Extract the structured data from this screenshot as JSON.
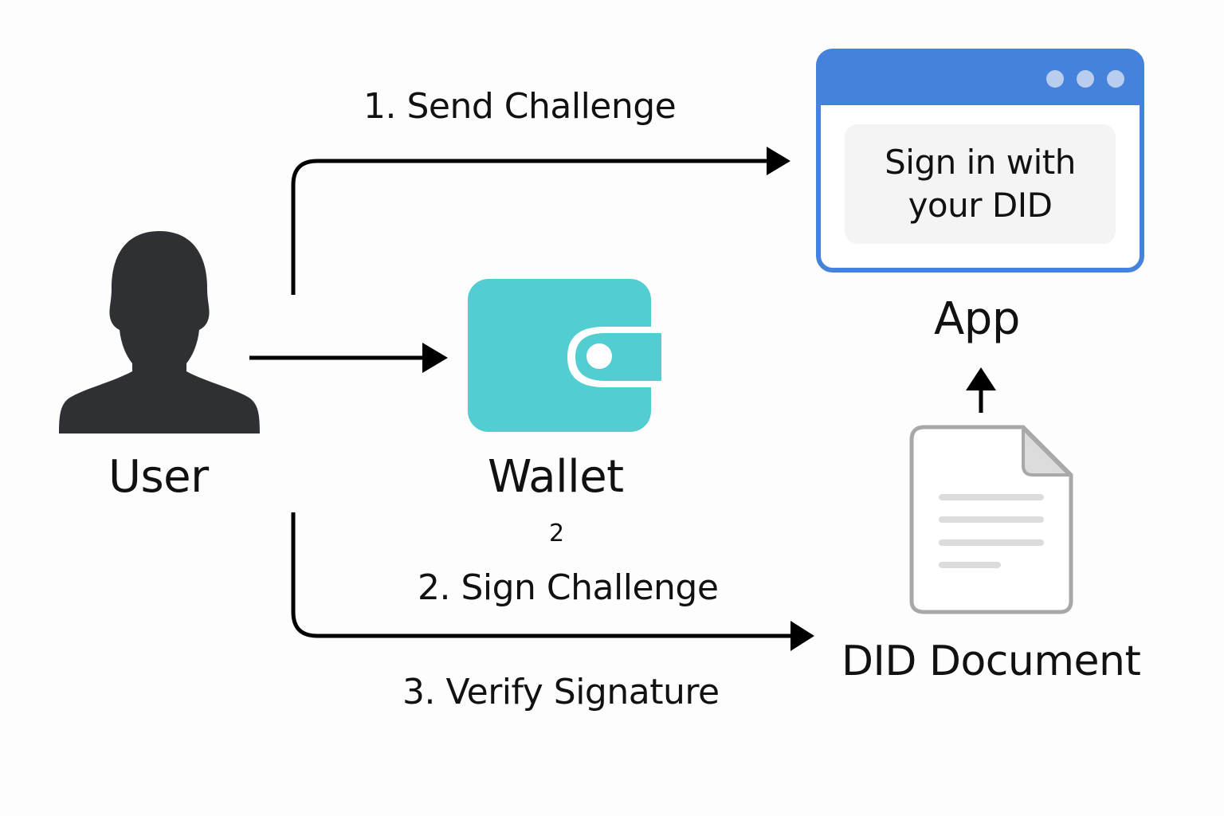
{
  "steps": {
    "send": "1. Send Challenge",
    "sign": "2. Sign Challenge",
    "verify": "3. Verify Signature",
    "marker": "2"
  },
  "nodes": {
    "user": "User",
    "wallet": "Wallet",
    "app": "App",
    "did_document": "DID Document"
  },
  "app_window": {
    "line1": "Sign in with",
    "line2": "your DID"
  },
  "icons": {
    "user": "user-silhouette-icon",
    "wallet": "wallet-icon",
    "app": "browser-window-icon",
    "document": "document-icon"
  },
  "colors": {
    "app_accent": "#4582dc",
    "wallet": "#52cdd2",
    "user_silhouette": "#2e3033",
    "document_outline": "#a8a8a8",
    "arrow": "#000000"
  }
}
